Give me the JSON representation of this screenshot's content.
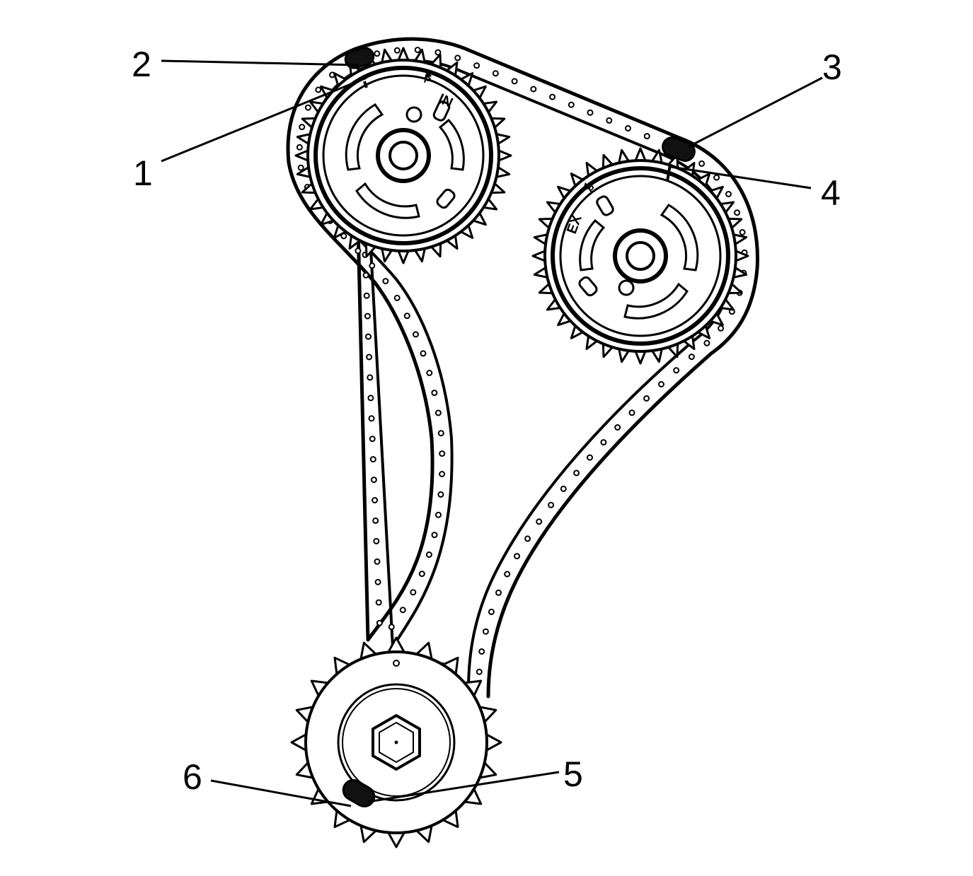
{
  "callouts": [
    {
      "id": "1",
      "label": "1"
    },
    {
      "id": "2",
      "label": "2"
    },
    {
      "id": "3",
      "label": "3"
    },
    {
      "id": "4",
      "label": "4"
    },
    {
      "id": "5",
      "label": "5"
    },
    {
      "id": "6",
      "label": "6"
    }
  ],
  "sprocket_marks": {
    "intake": "IN",
    "exhaust": "EX",
    "intake_small": "P",
    "exhaust_small": "P"
  },
  "colors": {
    "ink": "#000000",
    "paper": "#ffffff"
  }
}
